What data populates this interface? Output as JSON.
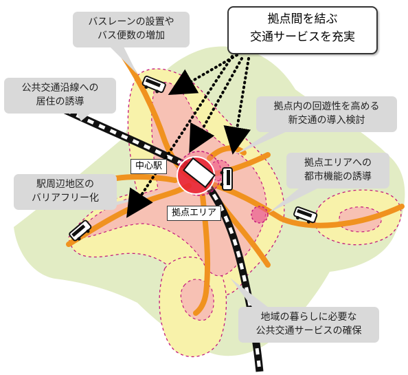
{
  "central_message": {
    "line1": "拠点間を結ぶ",
    "line2": "交通サービスを充実"
  },
  "callouts": {
    "bus_lane": {
      "line1": "バスレーンの設置や",
      "line2": "バス便数の増加"
    },
    "transit_residence": {
      "line1": "公共交通沿線への",
      "line2": "居住の誘導"
    },
    "new_transport": {
      "line1": "拠点内の回遊性を高める",
      "line2": "新交通の導入検討"
    },
    "urban_functions": {
      "line1": "拠点エリアへの",
      "line2": "都市機能の誘導"
    },
    "barrier_free": {
      "line1": "駅周辺地区の",
      "line2": "バリアフリー化"
    },
    "local_transit": {
      "line1": "地域の暮らしに必要な",
      "line2": "公共交通サービスの確保"
    }
  },
  "labels": {
    "central_station": "中心駅",
    "hub_area": "拠点エリア"
  },
  "colors": {
    "background_green": "#e2ecc4",
    "yellow_zone": "#f8f2aa",
    "pink_zone": "#f7c1b4",
    "hub_red": "#e8202e",
    "magenta_dash": "#c3177c",
    "route_orange": "#f0921f",
    "callout_gray": "#d9d9d9"
  },
  "icons": [
    "bus-icon",
    "train-icon",
    "railway-track"
  ]
}
